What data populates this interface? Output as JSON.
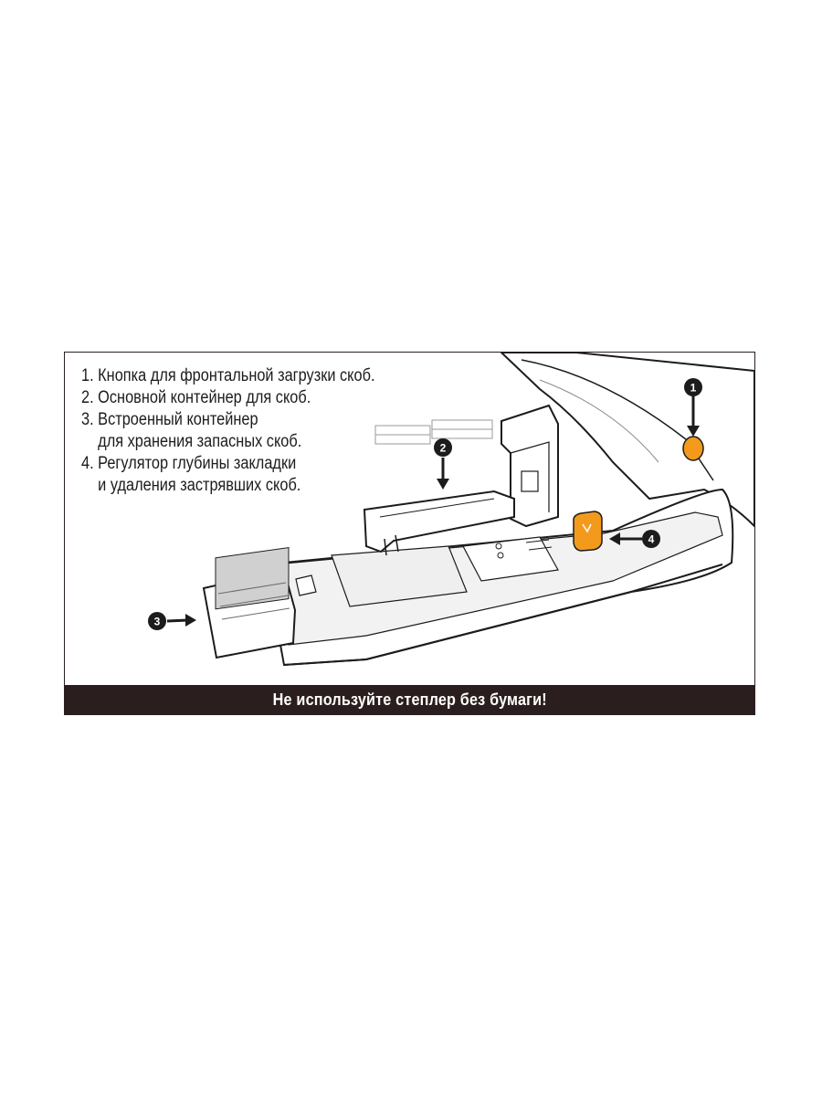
{
  "legend": {
    "items": [
      "1. Кнопка для фронтальной загрузки скоб.",
      "2. Основной контейнер для скоб.",
      "3. Встроенный контейнер",
      "    для хранения запасных скоб.",
      "4. Регулятор глубины закладки",
      "    и удаления застрявших скоб."
    ]
  },
  "callouts": [
    "1",
    "2",
    "3",
    "4"
  ],
  "warning": "Не используйте степлер без бумаги!",
  "colors": {
    "accent": "#f39a1d",
    "line": "#1c1c1c",
    "bar": "#2a1e1e",
    "surface": "#f2f2f2"
  }
}
